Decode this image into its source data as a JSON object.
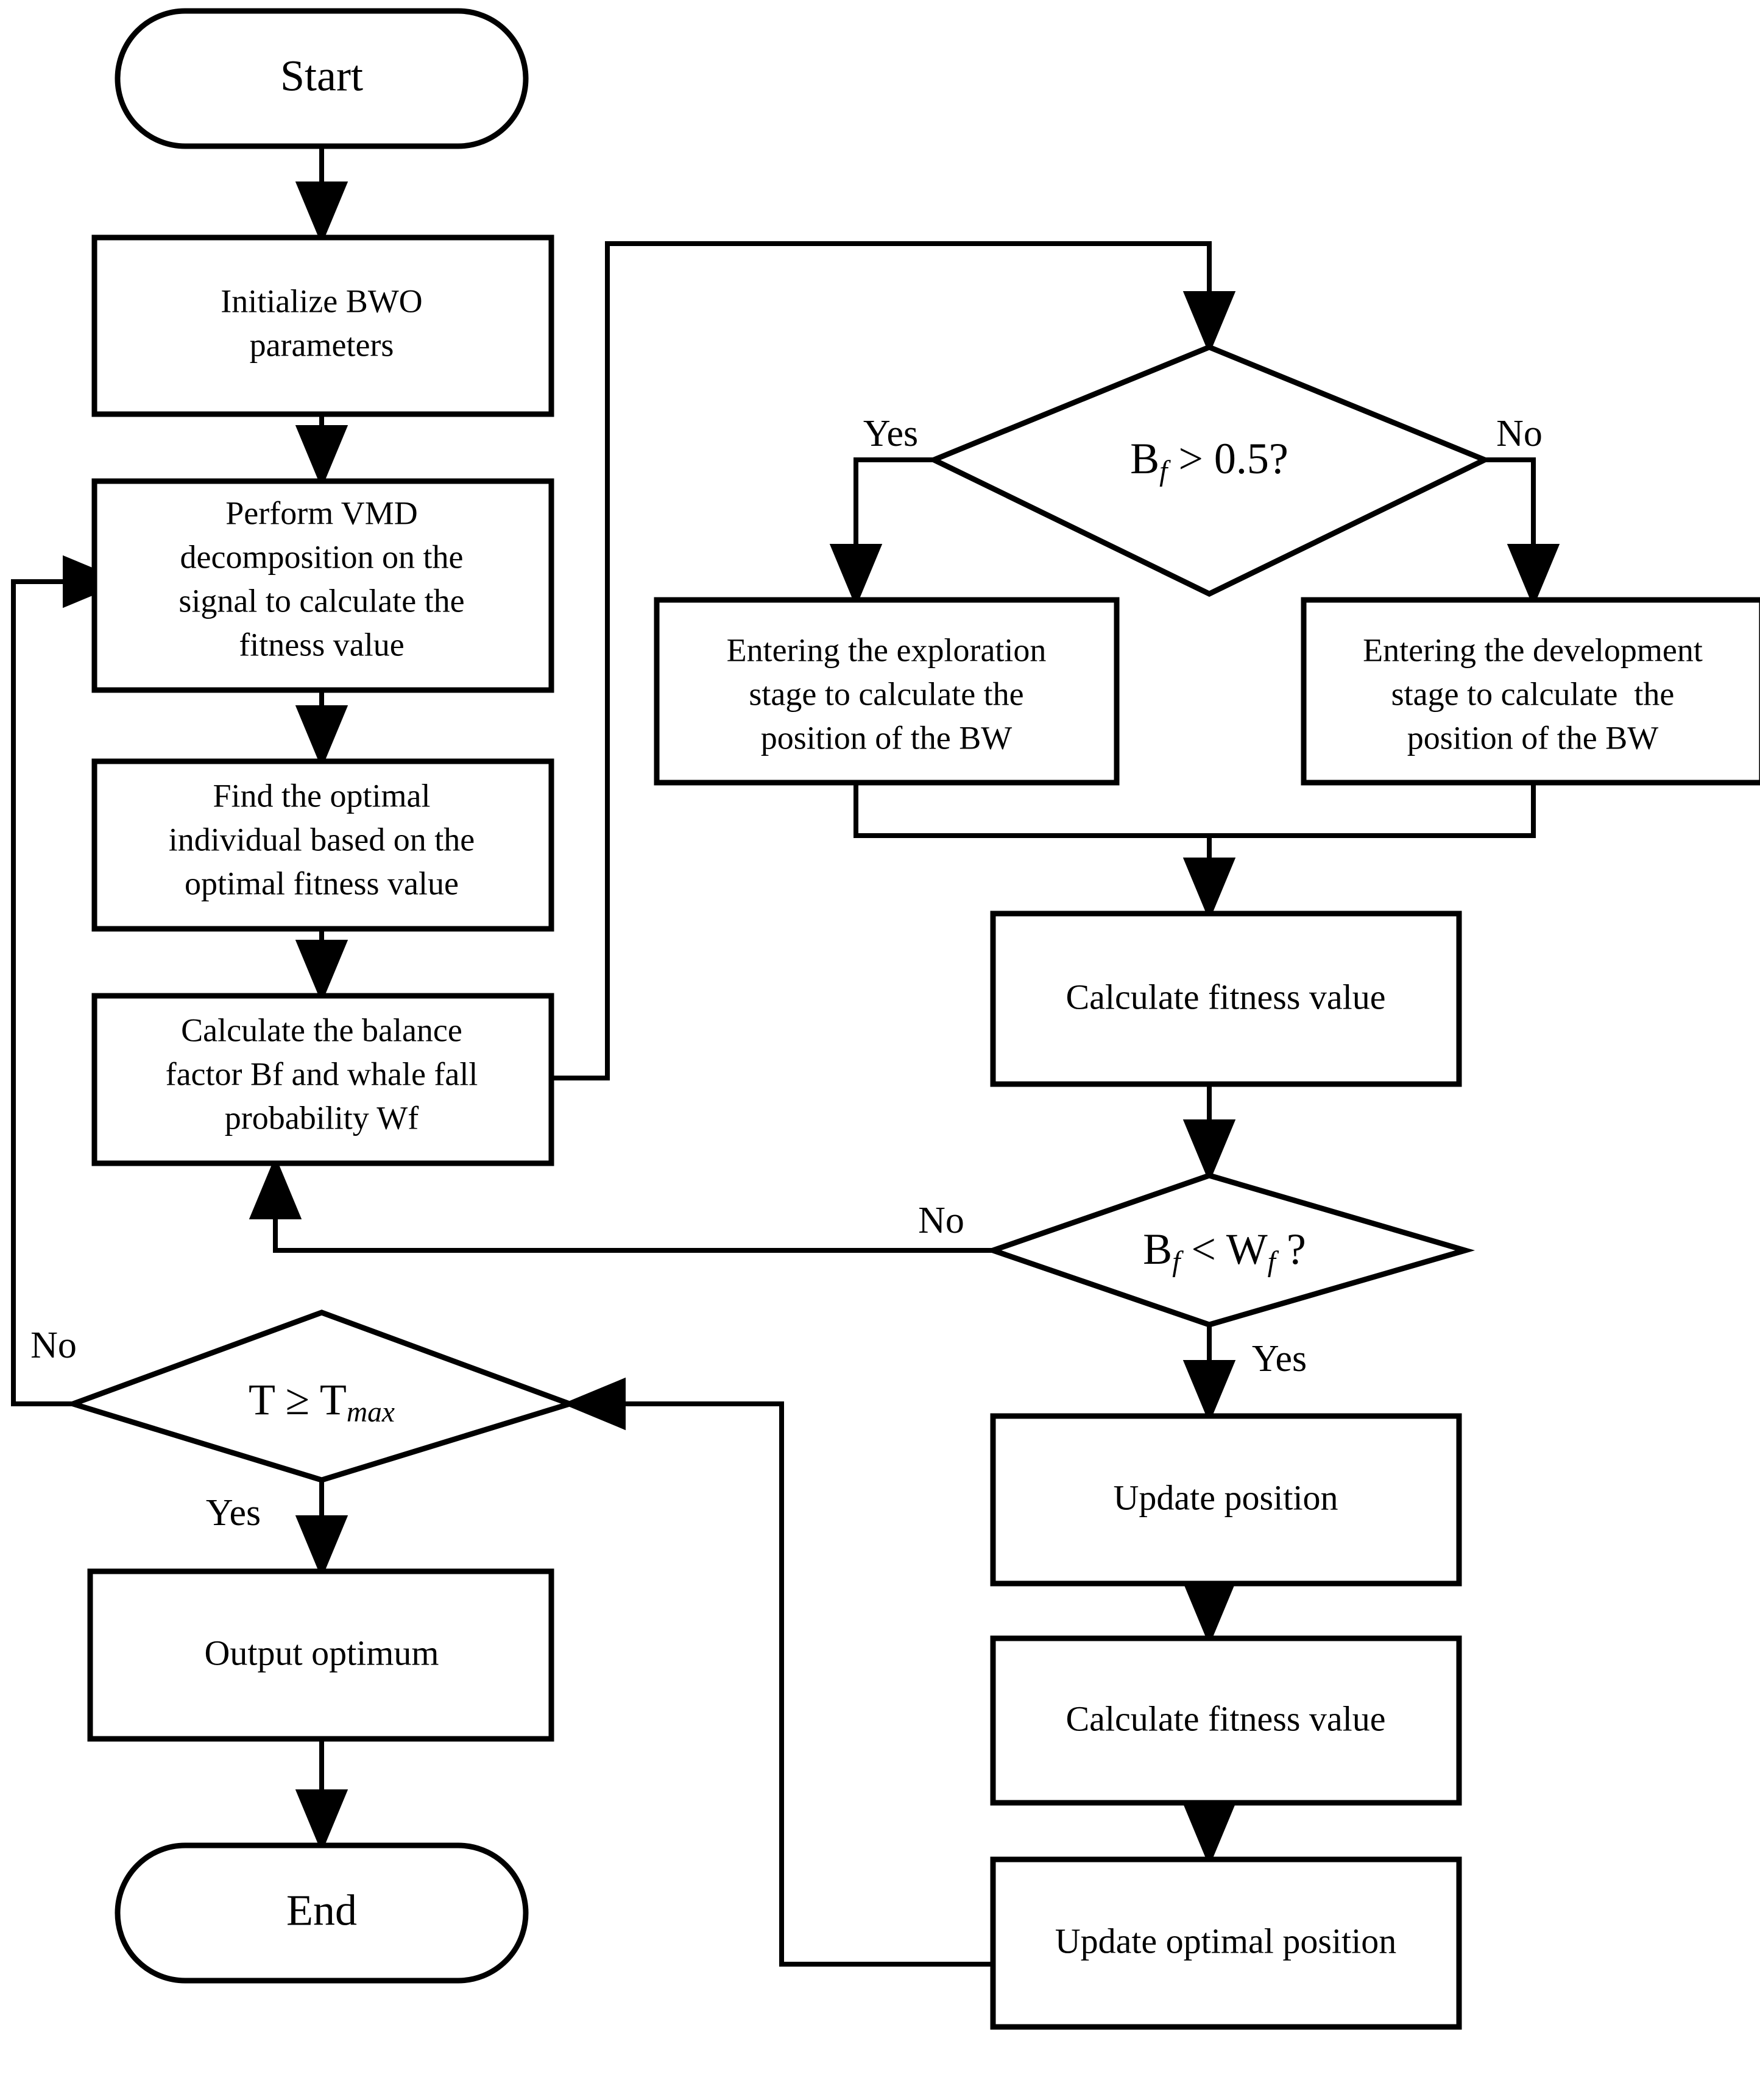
{
  "diagram": {
    "type": "flowchart",
    "title": "BWO-VMD optimization flowchart",
    "orientation": "two-column top-to-bottom with feedback loops",
    "colors": {
      "stroke": "#000000",
      "fill": "#ffffff",
      "background": "#ffffff"
    }
  },
  "nodes": {
    "start": {
      "label": "Start",
      "shape": "terminator"
    },
    "init": {
      "label_line1": "Initialize BWO",
      "label_line2": "parameters",
      "shape": "process"
    },
    "vmd": {
      "label_line1": "Perform VMD",
      "label_line2": "decomposition on the",
      "label_line3": "signal to calculate the",
      "label_line4": "fitness value",
      "shape": "process"
    },
    "findopt": {
      "label_line1": "Find the optimal",
      "label_line2": "individual based on the",
      "label_line3": "optimal fitness value",
      "shape": "process"
    },
    "balance": {
      "label_line1": "Calculate the balance",
      "label_line2": "factor Bf and whale fall",
      "label_line3": "probability Wf",
      "shape": "process"
    },
    "decision_bf": {
      "label_base1": "B",
      "label_sub1": "f",
      "label_rest": " > 0.5?",
      "shape": "decision"
    },
    "exploration": {
      "label_line1": "Entering the exploration",
      "label_line2": "stage to calculate the",
      "label_line3": "position of the BW",
      "shape": "process"
    },
    "development": {
      "label_line1": "Entering the development",
      "label_line2": "stage to calculate  the",
      "label_line3": "position of the BW",
      "shape": "process"
    },
    "calcfit1": {
      "label": "Calculate fitness value",
      "shape": "process"
    },
    "decision_bfwf": {
      "label_base1": "B",
      "label_sub1": "f",
      "label_mid": " < W",
      "label_sub2": "f",
      "label_end": " ?",
      "shape": "decision"
    },
    "updatepos": {
      "label": "Update position",
      "shape": "process"
    },
    "calcfit2": {
      "label": "Calculate fitness value",
      "shape": "process"
    },
    "updateopt": {
      "label": "Update optimal position",
      "shape": "process"
    },
    "decision_tmax": {
      "label_base1": "T",
      "label_mid": " ≥ T",
      "label_sub1": "max",
      "shape": "decision"
    },
    "output": {
      "label": "Output optimum",
      "shape": "process"
    },
    "end": {
      "label": "End",
      "shape": "terminator"
    }
  },
  "edge_labels": {
    "bf_yes": "Yes",
    "bf_no": "No",
    "bfwf_no": "No",
    "bfwf_yes": "Yes",
    "tmax_no": "No",
    "tmax_yes": "Yes"
  },
  "edges": [
    {
      "from": "start",
      "to": "init",
      "label": ""
    },
    {
      "from": "init",
      "to": "vmd",
      "label": ""
    },
    {
      "from": "vmd",
      "to": "findopt",
      "label": ""
    },
    {
      "from": "findopt",
      "to": "balance",
      "label": ""
    },
    {
      "from": "balance",
      "to": "decision_bf",
      "label": ""
    },
    {
      "from": "decision_bf",
      "to": "exploration",
      "label": "Yes"
    },
    {
      "from": "decision_bf",
      "to": "development",
      "label": "No"
    },
    {
      "from": "exploration",
      "to": "calcfit1",
      "label": ""
    },
    {
      "from": "development",
      "to": "calcfit1",
      "label": ""
    },
    {
      "from": "calcfit1",
      "to": "decision_bfwf",
      "label": ""
    },
    {
      "from": "decision_bfwf",
      "to": "balance",
      "label": "No"
    },
    {
      "from": "decision_bfwf",
      "to": "updatepos",
      "label": "Yes"
    },
    {
      "from": "updatepos",
      "to": "calcfit2",
      "label": ""
    },
    {
      "from": "calcfit2",
      "to": "updateopt",
      "label": ""
    },
    {
      "from": "updateopt",
      "to": "decision_tmax",
      "label": ""
    },
    {
      "from": "decision_tmax",
      "to": "vmd",
      "label": "No"
    },
    {
      "from": "decision_tmax",
      "to": "output",
      "label": "Yes"
    },
    {
      "from": "output",
      "to": "end",
      "label": ""
    }
  ]
}
